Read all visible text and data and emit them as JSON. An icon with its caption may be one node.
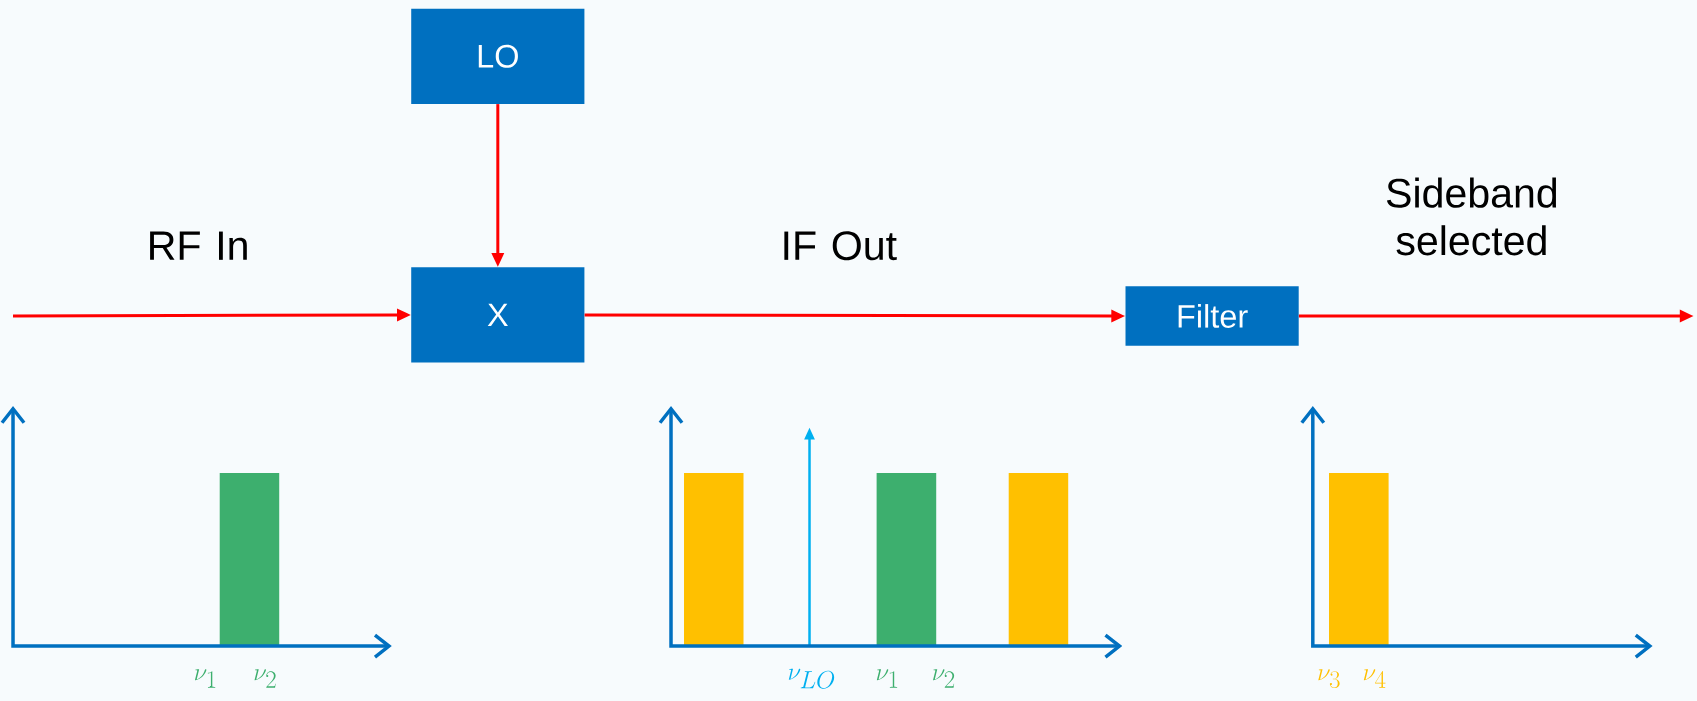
{
  "diagram": {
    "nodes": [
      {
        "text": [
          "LO"
        ]
      },
      {
        "text": [
          "X"
        ]
      },
      {
        "text": [
          "Filter"
        ]
      }
    ],
    "edges": [
      {
        "from": null,
        "to": 1,
        "arrow": "to",
        "label": "RF In"
      },
      {
        "from": 0,
        "to": 1,
        "arrow": "to"
      },
      {
        "from": 1,
        "to": 2,
        "arrow": "to",
        "label": "IF Out"
      },
      {
        "from": 2,
        "to": null,
        "arrow": "to",
        "label": "Sideband selected"
      }
    ],
    "labels": [
      "\\nu_1",
      "\\nu_2",
      "\\nu_{LO}",
      "\\nu_1",
      "\\nu_2",
      "\\nu_3",
      "\\nu_4"
    ]
  }
}
